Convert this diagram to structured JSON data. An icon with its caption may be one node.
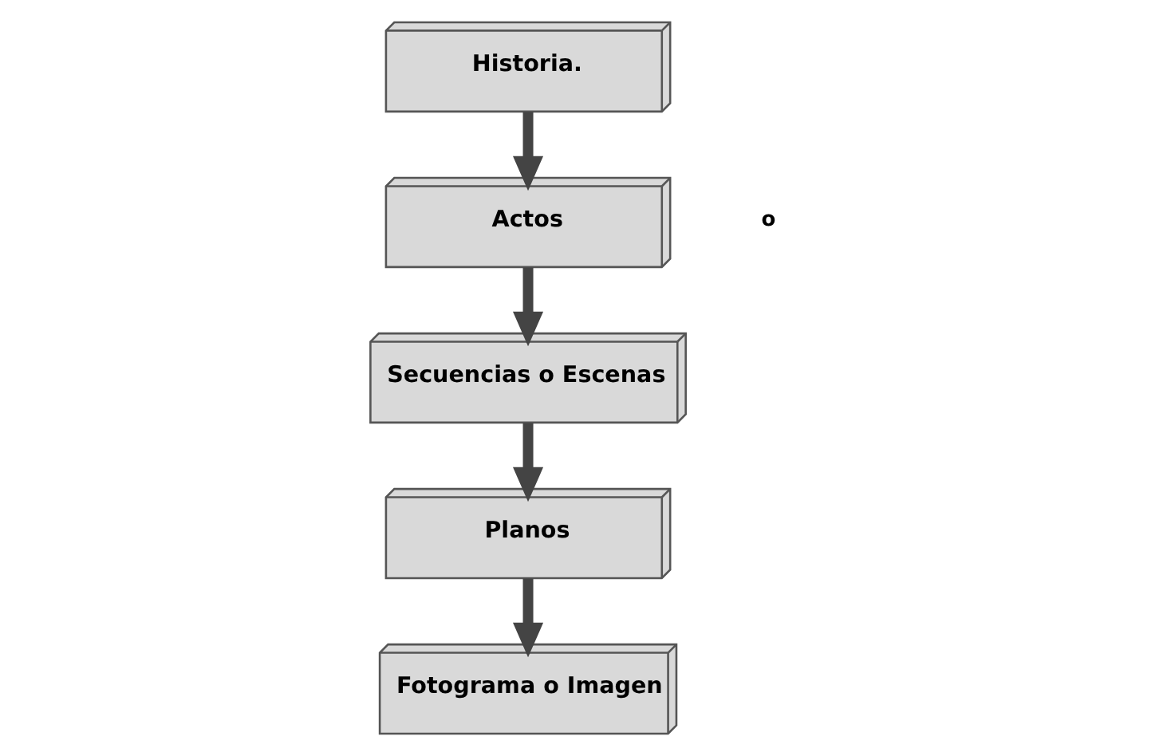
{
  "diagram": {
    "nodes": [
      {
        "text": [
          "Historia."
        ]
      },
      {
        "text": [
          "Actos"
        ]
      },
      {
        "text": [
          "Secuencias o Escenas"
        ]
      },
      {
        "text": [
          "Planos"
        ]
      },
      {
        "text": [
          "Fotograma o Imagen"
        ]
      }
    ],
    "edges": [
      {
        "from": 0,
        "to": 1,
        "arrow": "to"
      },
      {
        "from": 1,
        "to": 2,
        "arrow": "to"
      },
      {
        "from": 2,
        "to": 3,
        "arrow": "to"
      },
      {
        "from": 3,
        "to": 4,
        "arrow": "to"
      }
    ],
    "labels": [
      "o"
    ]
  }
}
